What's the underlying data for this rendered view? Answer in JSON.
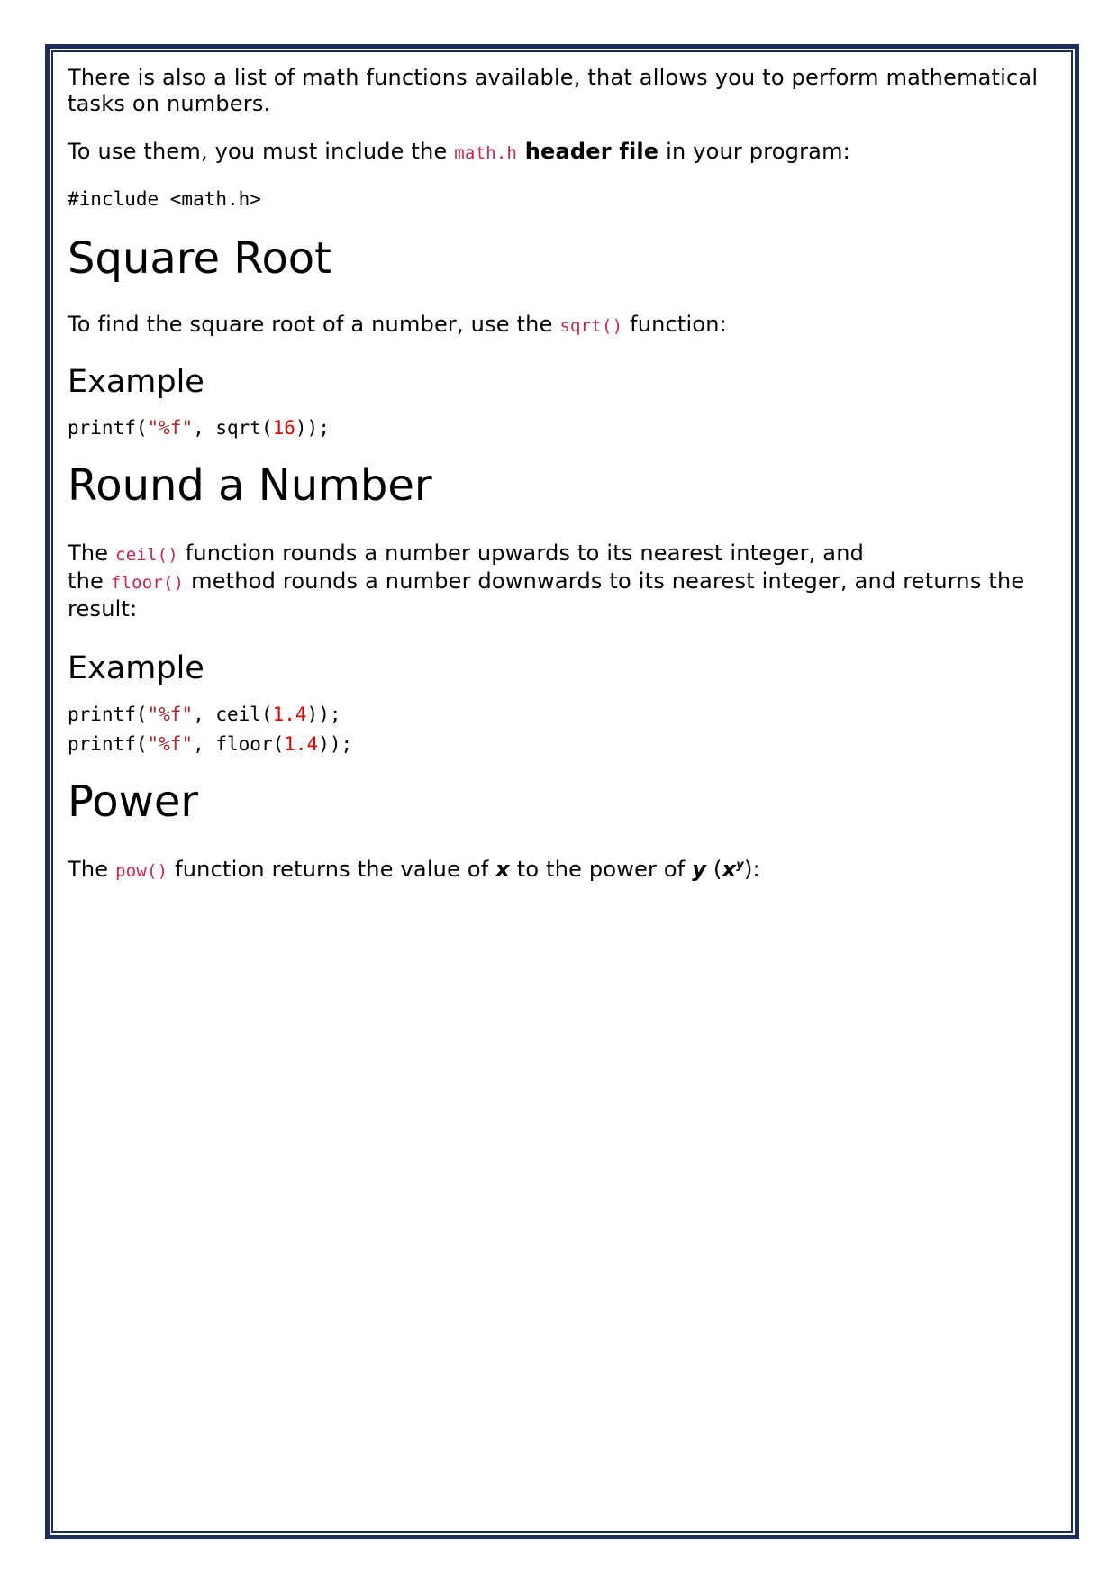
{
  "intro": {
    "text": "There is also a list of math functions available, that allows you to perform mathematical tasks on numbers."
  },
  "include_note": {
    "prefix": "To use them, you must include the ",
    "code": "math.h",
    "bold": " header file",
    "suffix": " in your program:"
  },
  "include_code": "#include <math.h>",
  "square_root": {
    "heading": "Square Root",
    "desc_prefix": "To find the square root of a number, use the ",
    "desc_code": "sqrt()",
    "desc_suffix": " function:",
    "example_heading": "Example",
    "code": {
      "p1": "printf(",
      "str": "\"%f\"",
      "p2": ", sqrt(",
      "num": "16",
      "p3": "));"
    }
  },
  "round": {
    "heading": "Round a Number",
    "l1_prefix": "The ",
    "l1_code": "ceil()",
    "l1_suffix": " function rounds a number upwards to its nearest integer, and",
    "l2_prefix": "the ",
    "l2_code": "floor()",
    "l2_suffix": " method rounds a number downwards to its nearest integer, and returns the result:",
    "example_heading": "Example",
    "code_line1": {
      "p1": "printf(",
      "str": "\"%f\"",
      "p2": ", ceil(",
      "num": "1.4",
      "p3": "));"
    },
    "code_line2": {
      "p1": "printf(",
      "str": "\"%f\"",
      "p2": ", floor(",
      "num": "1.4",
      "p3": "));"
    }
  },
  "power": {
    "heading": "Power",
    "prefix": "The ",
    "code": "pow()",
    "mid1": " function returns the value of ",
    "x": "x",
    "mid2": " to the power of ",
    "y": "y",
    "paren_open": " (",
    "x2": "x",
    "sup": "y",
    "paren_close": "):"
  },
  "colors": {
    "border": "#1f2d5c",
    "inline_code": "#c7254e",
    "string_literal": "#a52a2a",
    "number_literal": "#e00000"
  }
}
